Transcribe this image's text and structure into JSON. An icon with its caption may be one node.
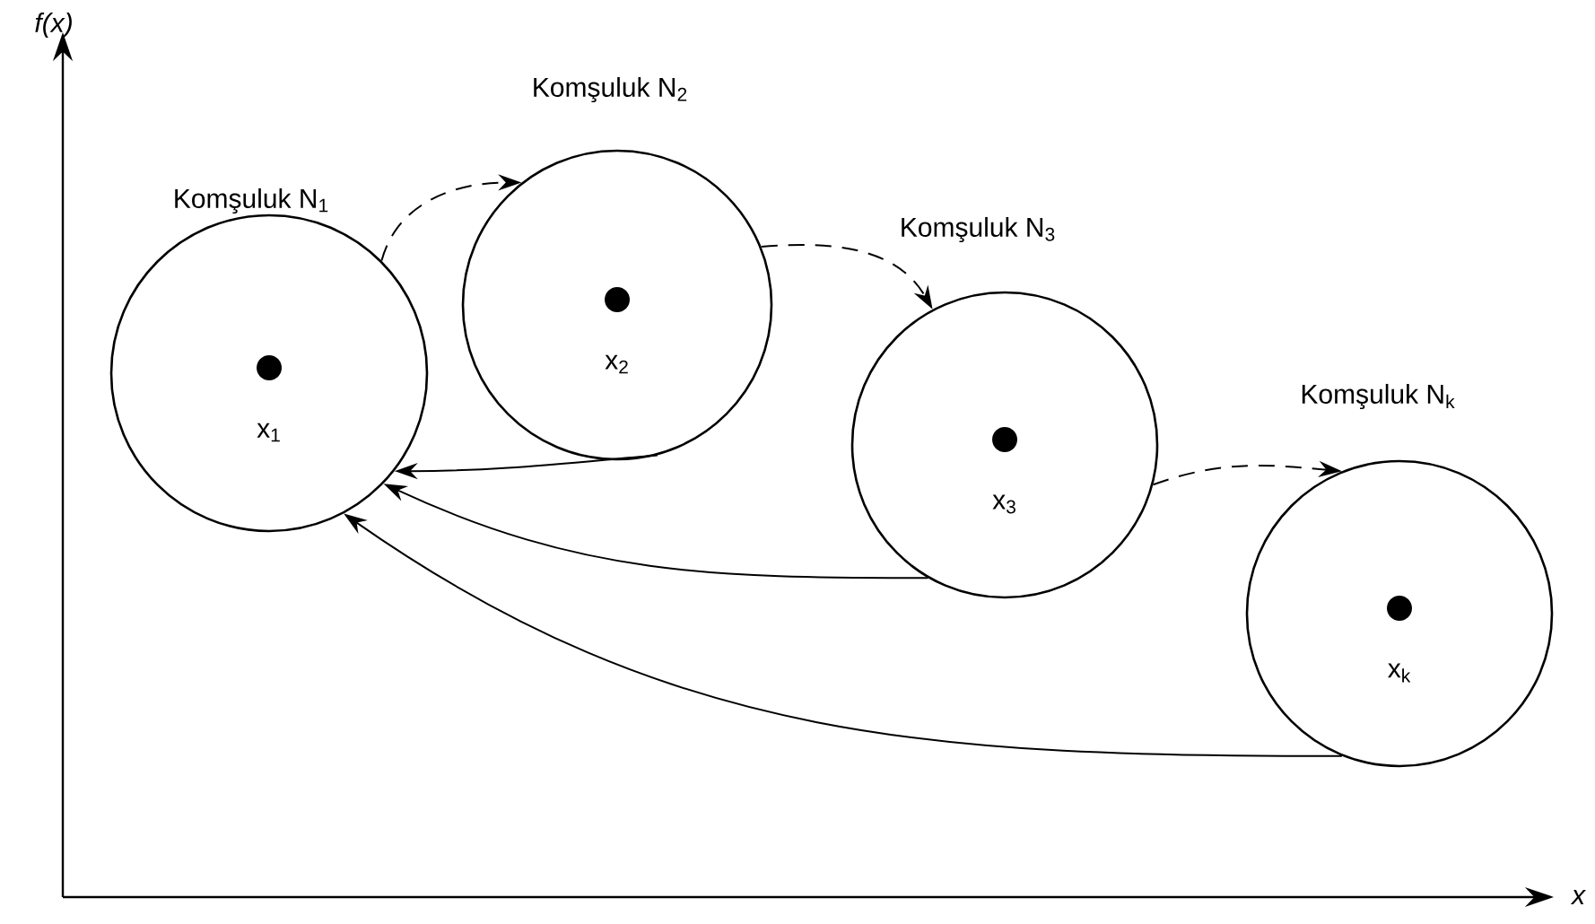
{
  "diagram": {
    "nodes": [
      {
        "text": [
          "x$_{1}$"
        ],
        "beside": [
          "Komşuluk N$_{1}$"
        ]
      },
      {
        "text": [
          "x$_{2}$"
        ],
        "beside": [
          "Komşuluk N$_{2}$"
        ]
      },
      {
        "text": [
          "x$_{3}$"
        ],
        "beside": [
          "Komşuluk N$_{3}$"
        ]
      },
      {
        "text": [
          "x$_{k}$"
        ],
        "beside": [
          "Komşuluk N$_{k}$"
        ]
      }
    ],
    "edges": [
      {
        "from": 0,
        "to": 1,
        "arrow": "to",
        "style": "dashed"
      },
      {
        "from": 1,
        "to": 2,
        "arrow": "to",
        "style": "dashed"
      },
      {
        "from": 2,
        "to": 3,
        "arrow": "to",
        "style": "dashed"
      },
      {
        "from": 1,
        "to": 0,
        "arrow": "to"
      },
      {
        "from": 2,
        "to": 0,
        "arrow": "to"
      },
      {
        "from": 3,
        "to": 0,
        "arrow": "to"
      }
    ],
    "labels": [
      "*f(x)*",
      "*x*"
    ]
  }
}
